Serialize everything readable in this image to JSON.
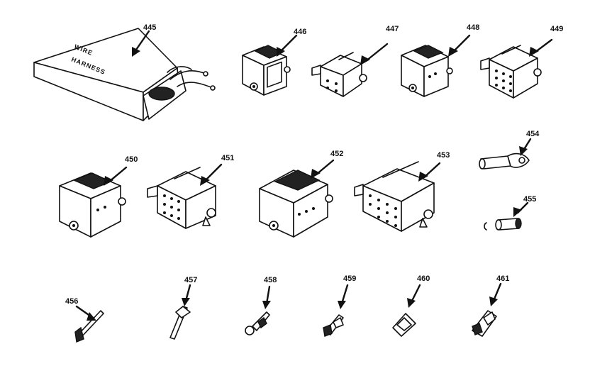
{
  "box": {
    "text_line1": "WIRE",
    "text_line2": "HARNESS"
  },
  "parts": [
    {
      "id": "445"
    },
    {
      "id": "446"
    },
    {
      "id": "447"
    },
    {
      "id": "448"
    },
    {
      "id": "449"
    },
    {
      "id": "450"
    },
    {
      "id": "451"
    },
    {
      "id": "452"
    },
    {
      "id": "453"
    },
    {
      "id": "454"
    },
    {
      "id": "455"
    },
    {
      "id": "456"
    },
    {
      "id": "457"
    },
    {
      "id": "458"
    },
    {
      "id": "459"
    },
    {
      "id": "460"
    },
    {
      "id": "461"
    }
  ]
}
